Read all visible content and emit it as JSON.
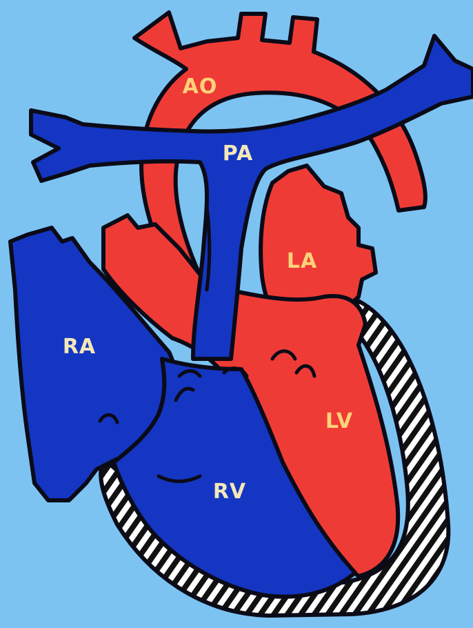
{
  "colors": {
    "background": "#7cc3f2",
    "oxygenated": "#ef3b36",
    "deoxygenated": "#1436c2",
    "outline": "#0b0b18",
    "label_on_red": "#ffd27a",
    "label_on_blue": "#f4e7b8"
  },
  "labels": {
    "aorta": "AO",
    "pulmonary_artery": "PA",
    "left_atrium": "LA",
    "right_atrium": "RA",
    "left_ventricle": "LV",
    "right_ventricle": "RV"
  }
}
